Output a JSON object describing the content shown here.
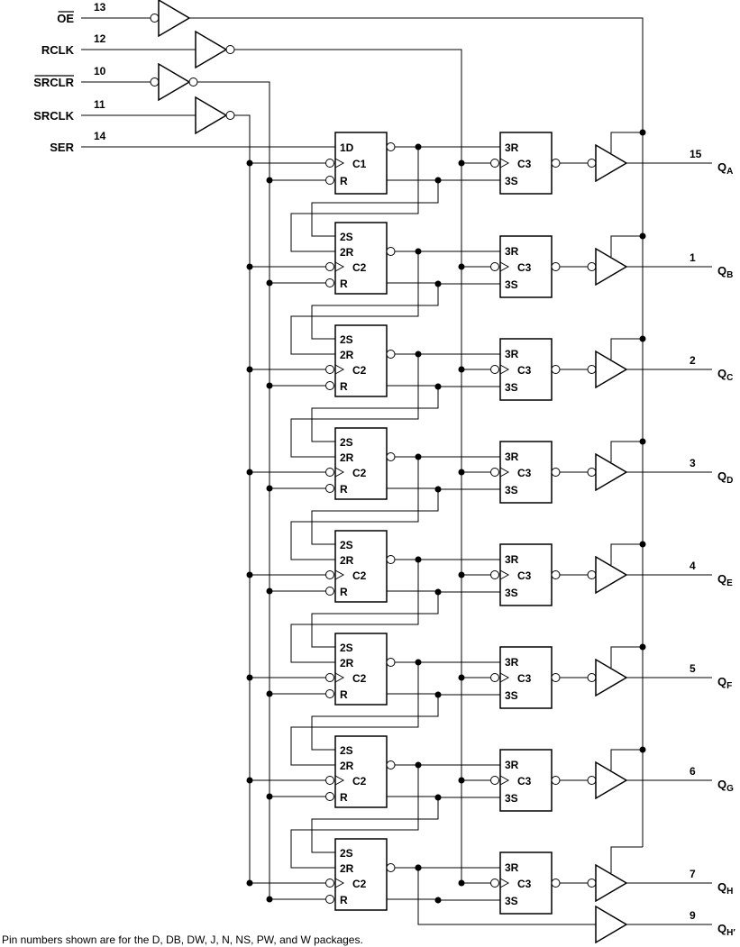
{
  "inputs": [
    {
      "name": "OE",
      "pin": "13",
      "overbar": true
    },
    {
      "name": "RCLK",
      "pin": "12",
      "overbar": false
    },
    {
      "name": "SRCLR",
      "pin": "10",
      "overbar": true
    },
    {
      "name": "SRCLK",
      "pin": "11",
      "overbar": false
    },
    {
      "name": "SER",
      "pin": "14",
      "overbar": false
    }
  ],
  "shift_first": {
    "d": "1D",
    "c": "C1",
    "r": "R"
  },
  "shift_rest": {
    "s": "2S",
    "rr": "2R",
    "c": "C2",
    "r": "R"
  },
  "storage": {
    "r": "3R",
    "c": "C3",
    "s": "3S"
  },
  "outputs": [
    {
      "q": "Q",
      "sub": "A",
      "pin": "15"
    },
    {
      "q": "Q",
      "sub": "B",
      "pin": "1"
    },
    {
      "q": "Q",
      "sub": "C",
      "pin": "2"
    },
    {
      "q": "Q",
      "sub": "D",
      "pin": "3"
    },
    {
      "q": "Q",
      "sub": "E",
      "pin": "4"
    },
    {
      "q": "Q",
      "sub": "F",
      "pin": "5"
    },
    {
      "q": "Q",
      "sub": "G",
      "pin": "6"
    },
    {
      "q": "Q",
      "sub": "H",
      "pin": "7"
    }
  ],
  "serial_out": {
    "q": "Q",
    "sub": "H′",
    "pin": "9"
  },
  "footnote": "Pin numbers shown are for the D, DB, DW, J, N, NS, PW, and W packages."
}
